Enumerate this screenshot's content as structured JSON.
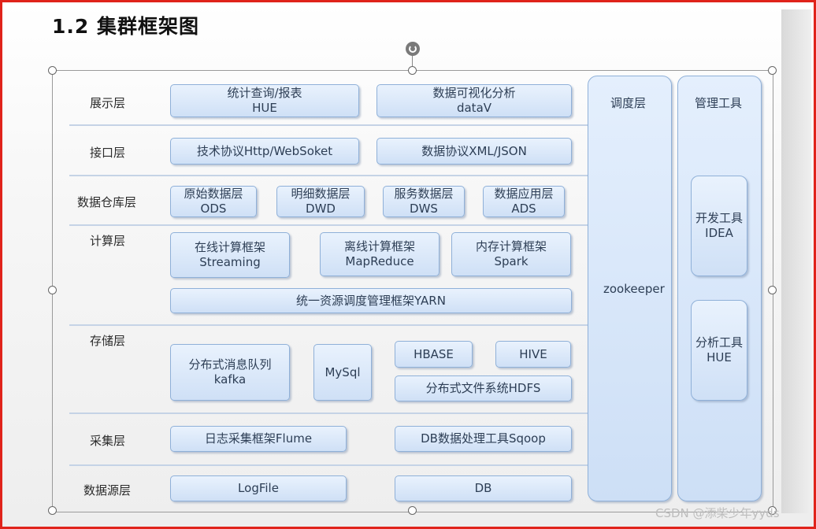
{
  "title": "1.2 集群框架图",
  "layers": {
    "display": "展示层",
    "interface": "接口层",
    "warehouse": "数据仓库层",
    "compute": "计算层",
    "storage": "存储层",
    "collect": "采集层",
    "source": "数据源层"
  },
  "boxes": {
    "stats_cn": "统计查询/报表",
    "stats_en": "HUE",
    "viz_cn": "数据可视化分析",
    "viz_en": "dataV",
    "tech_proto": "技术协议Http/WebSoket",
    "data_proto": "数据协议XML/JSON",
    "ods_cn": "原始数据层",
    "ods_en": "ODS",
    "dwd_cn": "明细数据层",
    "dwd_en": "DWD",
    "dws_cn": "服务数据层",
    "dws_en": "DWS",
    "ads_cn": "数据应用层",
    "ads_en": "ADS",
    "online_cn": "在线计算框架",
    "online_en": "Streaming",
    "offline_cn": "离线计算框架",
    "offline_en": "MapReduce",
    "memory_cn": "内存计算框架",
    "memory_en": "Spark",
    "yarn": "统一资源调度管理框架YARN",
    "kafka_cn": "分布式消息队列",
    "kafka_en": "kafka",
    "mysql": "MySql",
    "hbase": "HBASE",
    "hive": "HIVE",
    "hdfs": "分布式文件系统HDFS",
    "flume": "日志采集框架Flume",
    "sqoop": "DB数据处理工具Sqoop",
    "logfile": "LogFile",
    "db": "DB"
  },
  "scheduler": {
    "header": "调度层",
    "tool": "zookeeper"
  },
  "management": {
    "header": "管理工具",
    "dev_cn": "开发工具",
    "dev_en": "IDEA",
    "analysis_cn": "分析工具",
    "analysis_en": "HUE"
  },
  "watermark": "CSDN @添柴少年yyds",
  "colors": {
    "border": "#e0231b",
    "box_fill": "#dbe8fa",
    "box_border": "#8fb0d8"
  }
}
